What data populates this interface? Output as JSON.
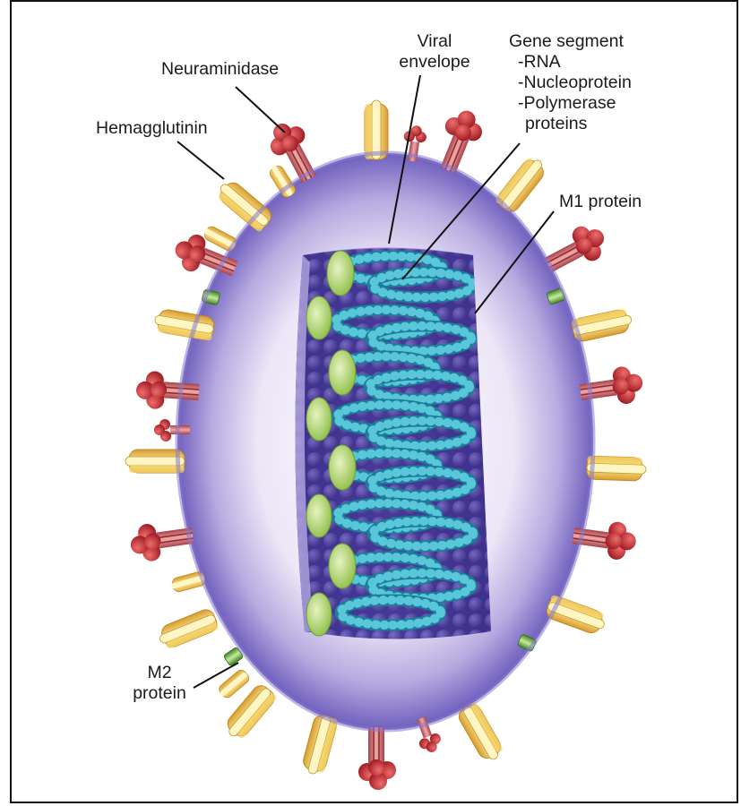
{
  "figure": {
    "labels": {
      "neuraminidase": "Neuraminidase",
      "hemagglutinin": "Hemagglutinin",
      "viral_envelope": [
        "Viral",
        "envelope"
      ],
      "gene_segment": [
        "Gene segment",
        "-RNA",
        "-Nucleoprotein",
        "-Polymerase",
        "proteins"
      ],
      "m1_protein": "M1 protein",
      "m2_protein": [
        "M2",
        "protein"
      ]
    },
    "colors": {
      "frame": "#111111",
      "envelope_outer": "#7d6fc4",
      "envelope_inner": "#efeaf8",
      "core_purple": "#4a3c9a",
      "rna_cyan": "#2aa4bd",
      "polymerase_green": "#a6cf61",
      "hemagglutinin_yellow": "#f2cd57",
      "neuraminidase_red": "#c2272d",
      "m2_green": "#5ea03c"
    }
  }
}
